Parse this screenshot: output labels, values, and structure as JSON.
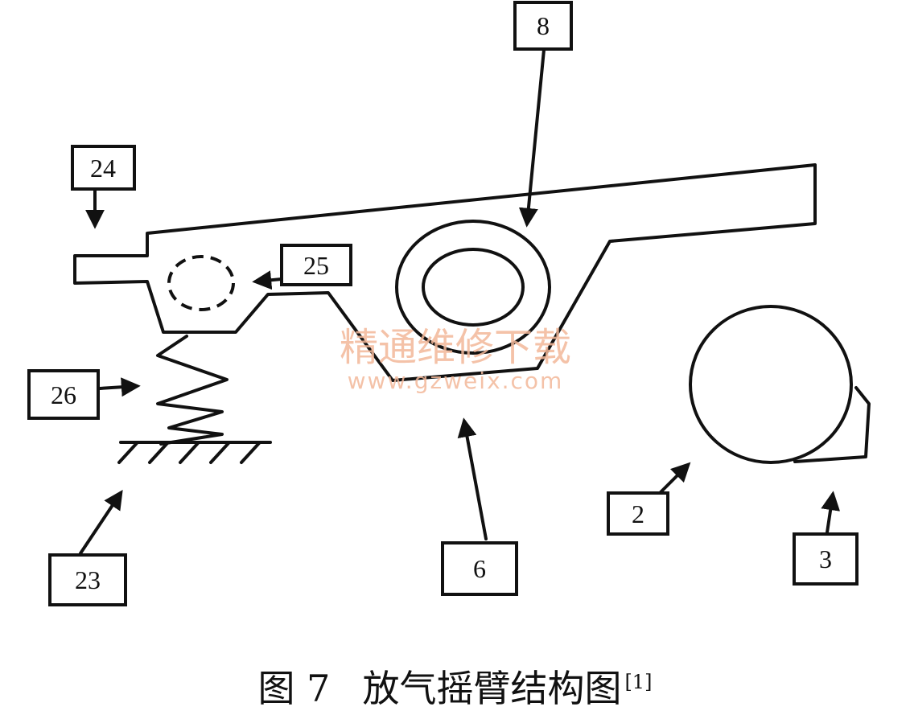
{
  "labels": {
    "l8": "8",
    "l24": "24",
    "l25": "25",
    "l26": "26",
    "l23": "23",
    "l6": "6",
    "l2": "2",
    "l3": "3"
  },
  "watermark": {
    "line1": "精通维修下载",
    "line2": "www.gzweix.com"
  },
  "caption": {
    "number": "图 7",
    "text": "放气摇臂结构图",
    "ref": "[1]"
  }
}
